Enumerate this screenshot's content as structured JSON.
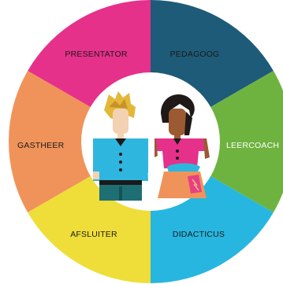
{
  "wheel": {
    "segments": [
      {
        "id": "presentator",
        "label": "PRESENTATOR",
        "color": "#F0935A"
      },
      {
        "id": "pedagoog",
        "label": "PEDAGOOG",
        "color": "#E5318A"
      },
      {
        "id": "leercoach",
        "label": "LEERCOACH",
        "color": "#1E5B78"
      },
      {
        "id": "didacticus",
        "label": "DIDACTICUS",
        "color": "#6EB33F"
      },
      {
        "id": "afsluiter",
        "label": "AFSLUITER",
        "color": "#27B6E0"
      },
      {
        "id": "gastheer",
        "label": "GASTHEER",
        "color": "#EFDD39"
      }
    ],
    "center_color": "#ffffff",
    "center_image": "two-teacher-figures-illustration"
  },
  "colors": {
    "skin_light": "#F2D2B2",
    "skin_dark": "#9C5A32",
    "hair_blonde": "#E3B83A",
    "hair_dark": "#1F1A17",
    "shirt_blue": "#2FB6DE",
    "pants_teal": "#1E6F73",
    "shirt_pink": "#E5318A",
    "skirt_orange": "#F0935A",
    "label_text": "#1a1a1a"
  }
}
